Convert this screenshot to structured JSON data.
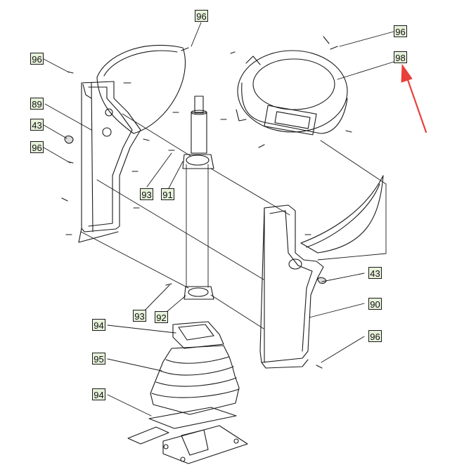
{
  "diagram": {
    "callouts": [
      {
        "id": "c1",
        "label": "96"
      },
      {
        "id": "c2",
        "label": "96"
      },
      {
        "id": "c3",
        "label": "98"
      },
      {
        "id": "c4",
        "label": "96"
      },
      {
        "id": "c5",
        "label": "89"
      },
      {
        "id": "c6",
        "label": "43"
      },
      {
        "id": "c7",
        "label": "96"
      },
      {
        "id": "c8",
        "label": "93"
      },
      {
        "id": "c9",
        "label": "91"
      },
      {
        "id": "c10",
        "label": "43"
      },
      {
        "id": "c11",
        "label": "90"
      },
      {
        "id": "c12",
        "label": "96"
      },
      {
        "id": "c13",
        "label": "93"
      },
      {
        "id": "c14",
        "label": "92"
      },
      {
        "id": "c15",
        "label": "94"
      },
      {
        "id": "c16",
        "label": "95"
      },
      {
        "id": "c17",
        "label": "94"
      }
    ],
    "colors": {
      "callout_fill": "#e6f1da",
      "line": "#1a1a1a",
      "arrow": "#e8403a"
    }
  }
}
